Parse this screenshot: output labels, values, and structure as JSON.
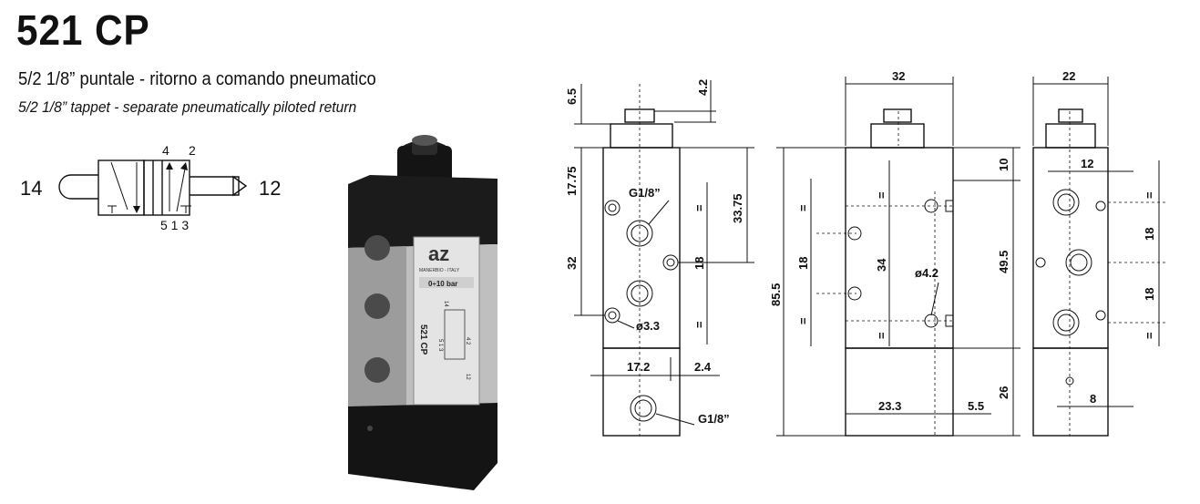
{
  "header": {
    "title": "521 CP",
    "subtitle_it": "5/2 1/8” puntale - ritorno a comando pneumatico",
    "subtitle_en": "5/2 1/8” tappet - separate pneumatically piloted return"
  },
  "symbol": {
    "port_left": "14",
    "port_right": "12",
    "port_top_a": "4",
    "port_top_b": "2",
    "port_bottom": "5 1 3"
  },
  "photo": {
    "brand": "az",
    "brand_sub": "MANERBIO - ITALY",
    "pressure": "0÷10 bar",
    "model": "521 CP",
    "ports_label": "4 2",
    "ports_bottom": "5 1 3",
    "port_14": "14",
    "port_12": "12"
  },
  "dimensions": {
    "d_6_5": "6.5",
    "d_4_2": "4.2",
    "d_17_75": "17.75",
    "d_33_75": "33.75",
    "d_32_v": "32",
    "d_18_front": "18",
    "d_eq_a": "=",
    "d_eq_b": "=",
    "thread_top": "G1/8”",
    "hole_33": "ø3.3",
    "d_17_2": "17.2",
    "d_2_4": "2.4",
    "thread_bottom": "G1/8”",
    "d_32_w": "32",
    "d_10": "10",
    "d_85_5": "85.5",
    "d_18_side": "18",
    "d_34": "34",
    "d_49_5": "49.5",
    "hole_42": "ø4.2",
    "d_23_3": "23.3",
    "d_5_5": "5.5",
    "d_26": "26",
    "d_22": "22",
    "d_12": "12",
    "d_18_r1": "18",
    "d_18_r2": "18",
    "d_8": "8"
  }
}
